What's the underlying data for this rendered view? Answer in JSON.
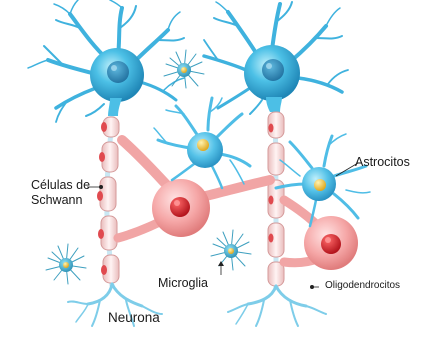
{
  "labels": {
    "schwann_line1": "Células de",
    "schwann_line2": "Schwann",
    "astrocitos": "Astrocitos",
    "microglia": "Microglia",
    "oligodendrocitos": "Oligodendrocitos",
    "neurona": "Neurona"
  },
  "colors": {
    "neuron_body": "#2fa6d6",
    "neuron_light": "#9fe0f4",
    "neuron_nucleus": "#2d8fc0",
    "dendrite": "#47b8e3",
    "myelin": "#f7dada",
    "myelin_edge": "#d99a9a",
    "node": "#e0474c",
    "oligo_body": "#f5a3a3",
    "oligo_nucleus": "#d8252d",
    "astro_nucleus": "#f5c542",
    "microglia_body": "#3d9fbf",
    "microglia_nucleus": "#e8c95a",
    "terminal": "#7ecde9"
  }
}
